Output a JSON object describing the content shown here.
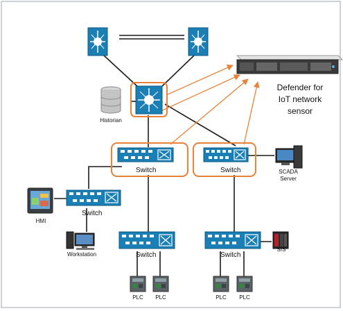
{
  "labels": {
    "historian": "Historian",
    "defender_line1": "Defender for",
    "defender_line2": "IoT network",
    "defender_line3": "sensor",
    "scada_line1": "SCADA",
    "scada_line2": "Server",
    "hmi": "HMI",
    "workstation": "Workstation",
    "sis": "SIS",
    "switch": "Switch",
    "plc": "PLC"
  },
  "colors": {
    "device_blue": "#1a7fb5",
    "highlight_orange": "#e8823a",
    "link_black": "#1a1a1a"
  }
}
